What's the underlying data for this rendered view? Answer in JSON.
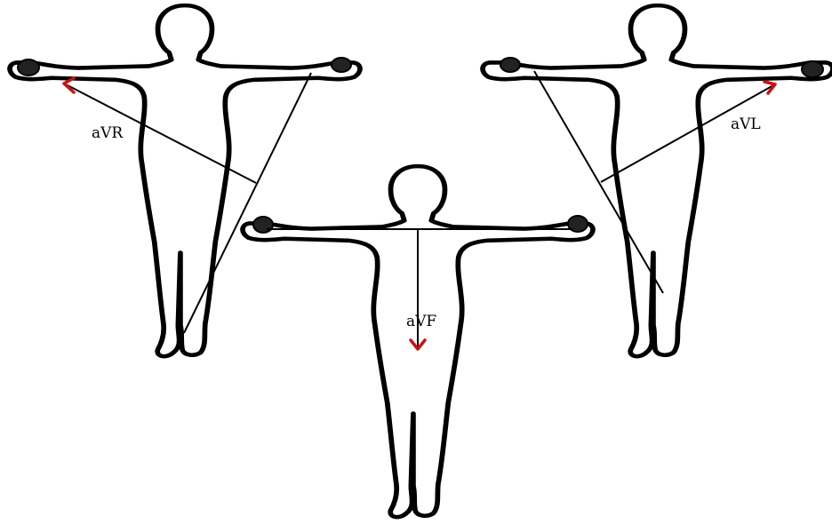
{
  "colors": {
    "outline": "#000000",
    "arrow": "#cc1111",
    "background": "#ffffff"
  },
  "leads": {
    "avr": {
      "label": "aVR"
    },
    "avl": {
      "label": "aVL"
    },
    "avf": {
      "label": "aVF"
    }
  }
}
